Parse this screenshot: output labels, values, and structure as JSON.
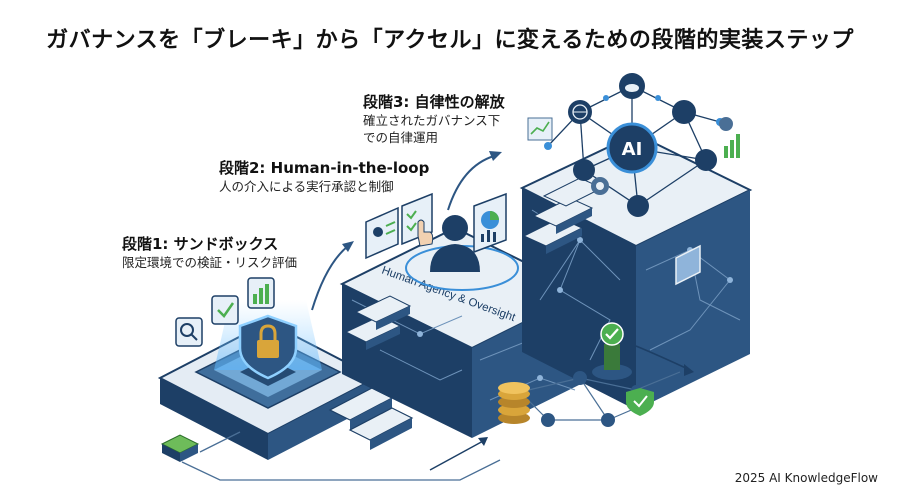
{
  "title": "ガバナンスを「ブレーキ」から「アクセル」に変えるための段階的実装ステップ",
  "stages": [
    {
      "title": "段階1: サンドボックス",
      "description": [
        "限定環境での検証・リスク評価"
      ]
    },
    {
      "title": "段階2: Human-in-the-loop",
      "description": [
        "人の介入による実行承認と制御"
      ]
    },
    {
      "title": "段階3: 自律性の解放",
      "description": [
        "確立されたガバナンス下",
        "での自律運用"
      ]
    }
  ],
  "platform_text": "Human Agency & Oversight",
  "ai_label": "AI",
  "credit": "2025 AI KnowledgeFlow",
  "colors": {
    "navy": "#1d3f66",
    "steel": "#4a6f96",
    "light_face": "#dbe6f0",
    "accent_blue": "#3a8fd8",
    "green": "#4caf50",
    "gold": "#d9a53a"
  },
  "icons": [
    "magnifier-icon",
    "checklist-icon",
    "bar-chart-icon",
    "padlock-shield-icon",
    "person-icon",
    "id-card-icon",
    "pointer-hand-icon",
    "pie-chart-icon",
    "ai-chip-icon",
    "gear-icon",
    "globe-icon",
    "cloud-icon",
    "coins-icon",
    "check-shield-icon",
    "check-lever-icon"
  ]
}
